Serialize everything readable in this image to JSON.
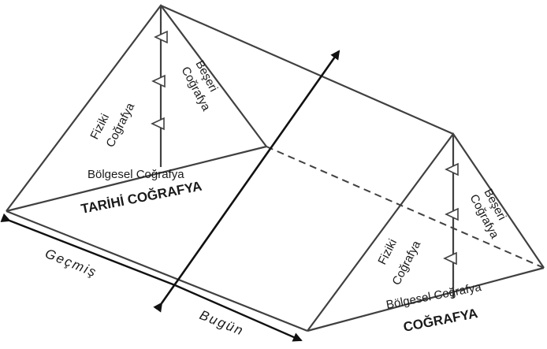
{
  "front_face": {
    "physical": [
      "Fiziki",
      "Coğrafya"
    ],
    "human": [
      "Beşeri",
      "Coğrafya"
    ],
    "regional": "Bölgesel Coğrafya",
    "title": "TARİHİ COĞRAFYA"
  },
  "back_face": {
    "physical": [
      "Fiziki",
      "Coğrafya"
    ],
    "human": [
      "Beşeri",
      "Coğrafya"
    ],
    "regional": "Bölgesel Coğrafya",
    "title": "COĞRAFYA"
  },
  "timeline": {
    "past": "Geçmiş",
    "present": "Bugün"
  },
  "colors": {
    "stroke": "#404040",
    "arrow": "#111111"
  }
}
